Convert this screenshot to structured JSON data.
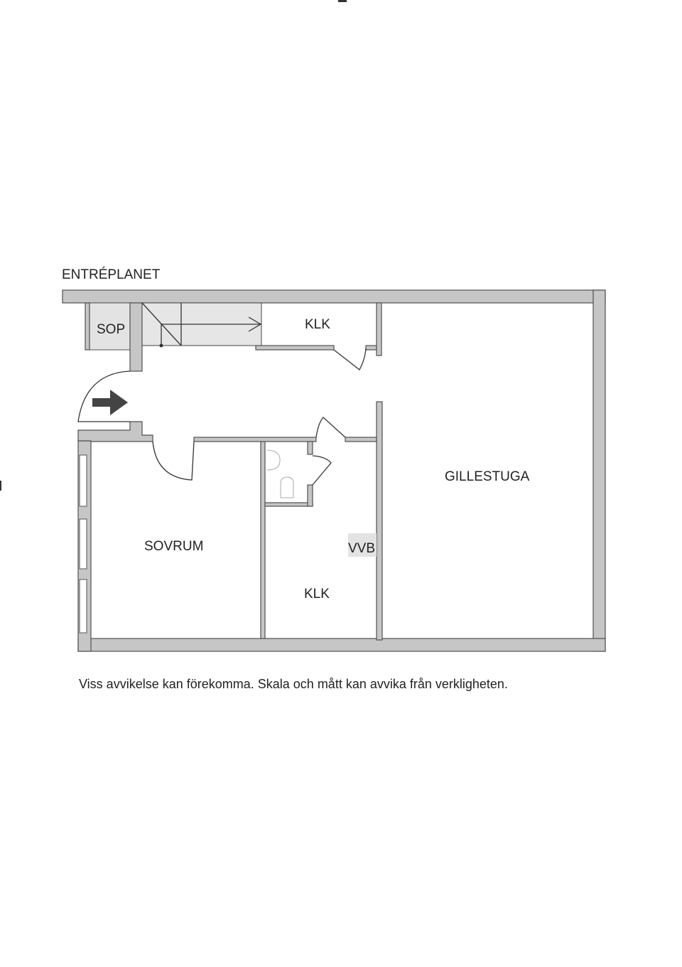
{
  "plan": {
    "floor_title": "ENTRÉPLANET",
    "rooms": {
      "sop": "SOP",
      "klk_top": "KLK",
      "gillestuga": "GILLESTUGA",
      "sovrum": "SOVRUM",
      "klk_bottom": "KLK",
      "vvb": "VVB"
    },
    "disclaimer": "Viss avvikelse kan förekomma. Skala och mått kan avvika från verkligheten."
  },
  "colors": {
    "wall": "#c6c6c6",
    "wall_stroke": "#505050",
    "stair": "#e6e6e6",
    "arrow": "#444444"
  }
}
